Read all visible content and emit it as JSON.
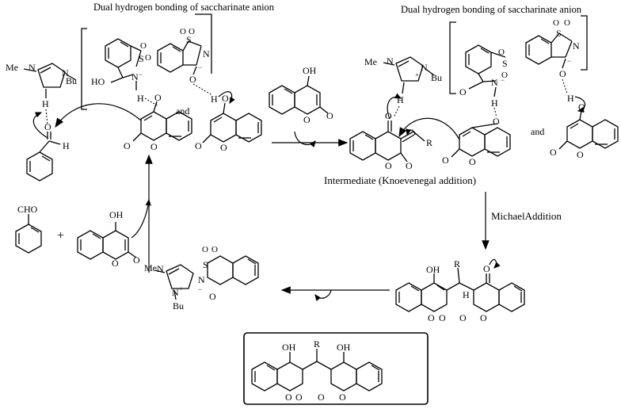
{
  "headings": {
    "left": "Dual hydrogen bonding of saccharinate anion",
    "right": "Dual hydrogen bonding of saccharinate anion"
  },
  "connectors": {
    "and_1": "and",
    "and_2": "and",
    "plus": "+"
  },
  "reactants": {
    "benzaldehyde": "CHO"
  },
  "captions": {
    "intermediate": "Intermediate  (Knoevenegal addition)",
    "michael": "MichaelAddition"
  },
  "atoms": {
    "me_n": "Me",
    "n": "N",
    "bu": "Bu",
    "h": "H",
    "o": "O",
    "oh": "OH",
    "ho": "HO",
    "s": "S",
    "r": "R",
    "minus": "−",
    "plus_charge": "+"
  },
  "colors": {
    "ink": "#000000",
    "background": "#ffffff"
  }
}
